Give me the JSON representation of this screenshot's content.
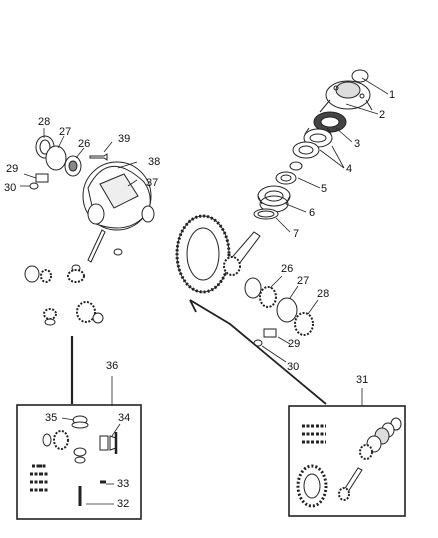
{
  "callouts": {
    "c1": "1",
    "c2": "2",
    "c3": "3",
    "c4": "4",
    "c5": "5",
    "c6": "6",
    "c7": "7",
    "c26a": "26",
    "c27a": "27",
    "c28a": "28",
    "c29a": "29",
    "c30a": "30",
    "c37": "37",
    "c38": "38",
    "c39": "39",
    "c26b": "26",
    "c27b": "27",
    "c28b": "28",
    "c29b": "29",
    "c30b": "30",
    "c31": "31",
    "c32": "32",
    "c33": "33",
    "c34": "34",
    "c35": "35",
    "c36": "36"
  },
  "colors": {
    "line": "#222222",
    "fill": "#ffffff",
    "shade": "#bdbdbd"
  }
}
